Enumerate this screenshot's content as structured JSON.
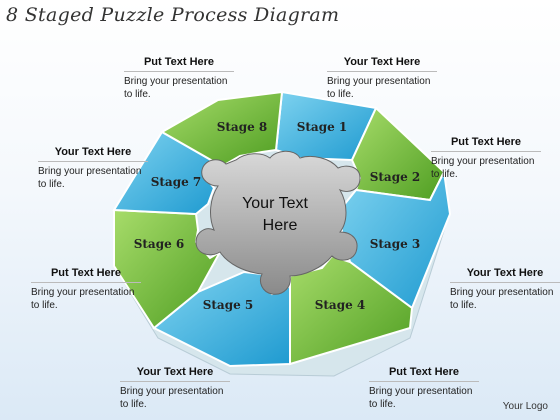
{
  "title": "8 Staged Puzzle Process Diagram",
  "center": {
    "line1": "Your Text",
    "line2": "Here"
  },
  "stages": [
    {
      "label": "Stage 1",
      "color": "#2aa8d8"
    },
    {
      "label": "Stage 2",
      "color": "#6dbb3c"
    },
    {
      "label": "Stage 3",
      "color": "#2aa8d8"
    },
    {
      "label": "Stage 4",
      "color": "#6dbb3c"
    },
    {
      "label": "Stage 5",
      "color": "#2aa8d8"
    },
    {
      "label": "Stage 6",
      "color": "#6dbb3c"
    },
    {
      "label": "Stage 7",
      "color": "#2aa8d8"
    },
    {
      "label": "Stage 8",
      "color": "#6dbb3c"
    }
  ],
  "callouts": [
    {
      "heading": "Put Text Here",
      "body": "Bring your presentation to life."
    },
    {
      "heading": "Your Text Here",
      "body": "Bring your presentation to life."
    },
    {
      "heading": "Put Text Here",
      "body": "Bring your presentation to life."
    },
    {
      "heading": "Your Text Here",
      "body": "Bring your presentation to life."
    },
    {
      "heading": "Put Text Here",
      "body": "Bring your presentation to life."
    },
    {
      "heading": "Your Text Here",
      "body": "Bring your presentation to life."
    },
    {
      "heading": "Put Text Here",
      "body": "Bring your presentation to life."
    },
    {
      "heading": "Your Text Here",
      "body": "Bring your presentation to life."
    }
  ],
  "logo": "Your Logo"
}
